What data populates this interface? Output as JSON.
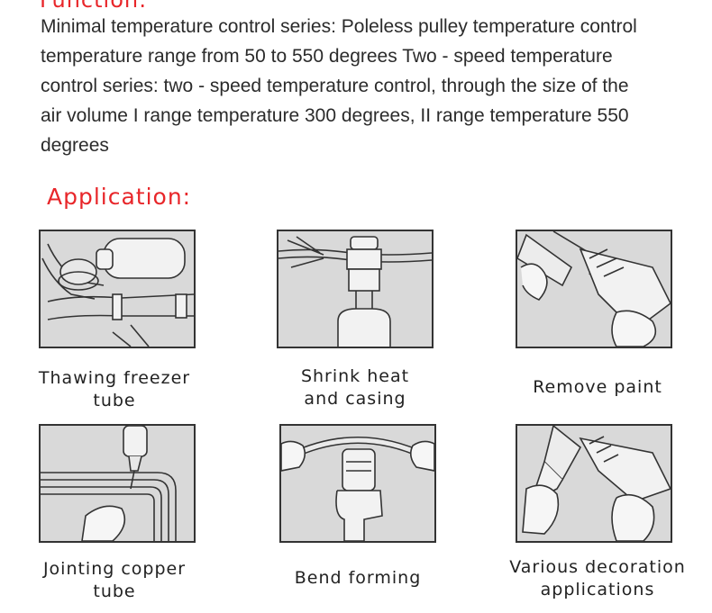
{
  "function": {
    "heading": "Function:",
    "lines": [
      "Minimal temperature control series: Poleless pulley temperature control",
      "temperature range from 50 to 550 degrees  Two - speed temperature",
      "control series: two - speed temperature control, through the size of the",
      "air volume  I range temperature 300 degrees, II range temperature 550",
      "degrees"
    ]
  },
  "application": {
    "heading": "Application:",
    "items": [
      {
        "caption_line1": "Thawing freezer",
        "caption_line2": "tube"
      },
      {
        "caption_line1": "Shrink heat",
        "caption_line2": "and casing"
      },
      {
        "caption_line1": "Remove paint",
        "caption_line2": ""
      },
      {
        "caption_line1": "Jointing copper",
        "caption_line2": "tube"
      },
      {
        "caption_line1": "Bend forming",
        "caption_line2": ""
      },
      {
        "caption_line1": "Various decoration",
        "caption_line2": "applications"
      }
    ]
  },
  "colors": {
    "heading": "#e8262a",
    "illustration_bg": "#d9d9d9"
  }
}
